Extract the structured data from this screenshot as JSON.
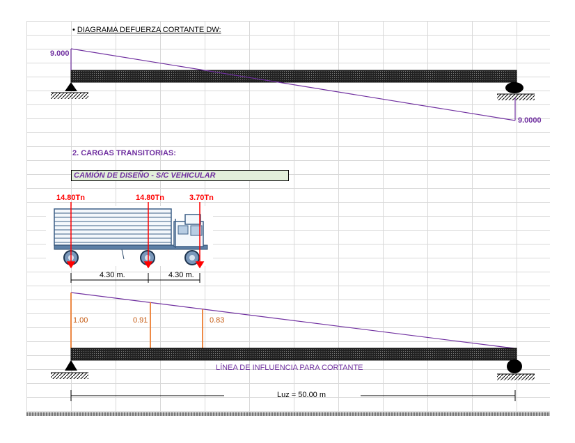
{
  "dw_section": {
    "bullet": "•",
    "title": "DIAGRAMA DEFUERZA CORTANTE DW:",
    "left_value": "9.000",
    "right_value": "9.0000"
  },
  "transient_section": {
    "title": "2. CARGAS TRANSITORIAS:",
    "truck_box_label": "CAMIÓN DE DISEÑO - S/C VEHICULAR"
  },
  "loads": [
    {
      "label": "14.80Tn"
    },
    {
      "label": "14.80Tn"
    },
    {
      "label": "3.70Tn"
    }
  ],
  "spacings": [
    {
      "label": "4.30 m."
    },
    {
      "label": "4.30 m."
    }
  ],
  "influence_line": {
    "title": "LÍNEA DE INFLUENCIA PARA CORTANTE",
    "ordinates": [
      "1.00",
      "0.91",
      "0.83"
    ]
  },
  "span": {
    "label": "Luz = 50.00 m"
  },
  "colors": {
    "diagram_line": "#7030a0",
    "load_arrow": "#ff0000",
    "ordinate": "#c55a11",
    "box_fill": "#e2efda"
  }
}
